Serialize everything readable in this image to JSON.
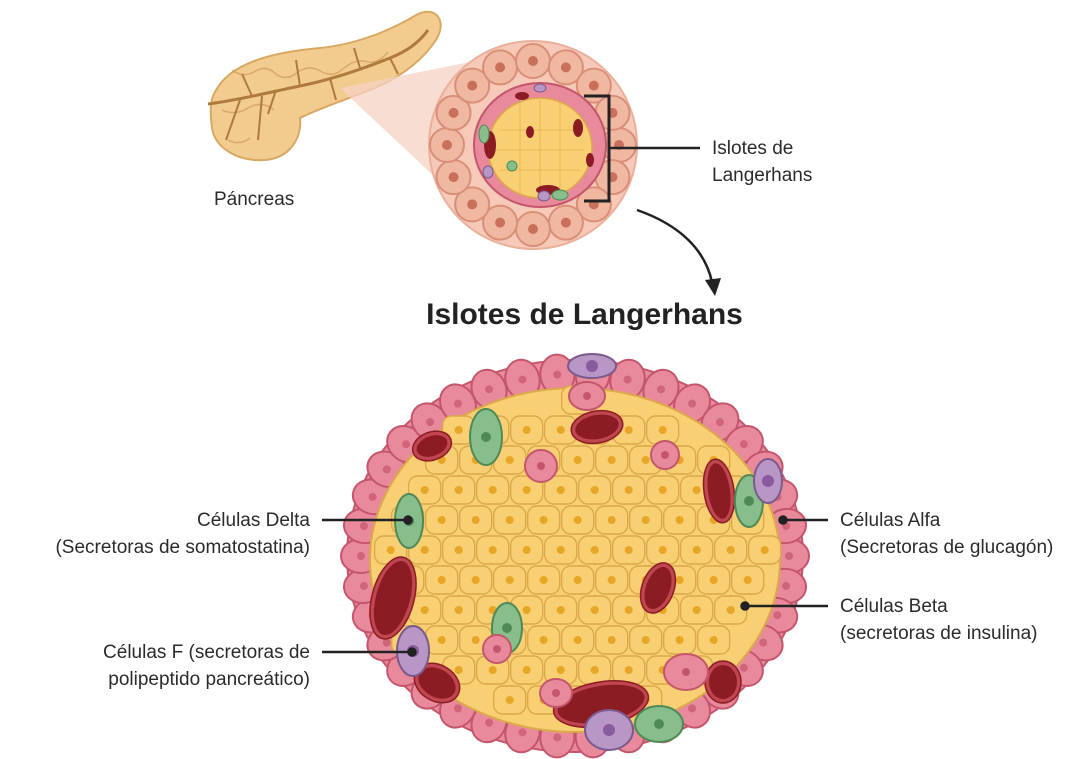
{
  "labels": {
    "pancreas": "Páncreas",
    "islets_small": [
      "Islotes de",
      "Langerhans"
    ],
    "title": "Islotes de Langerhans",
    "delta": [
      "Células Delta",
      "(Secretoras de somatostatina)"
    ],
    "alpha": [
      "Células Alfa",
      "(Secretoras de glucagón)"
    ],
    "beta": [
      "Células Beta",
      "(secretoras de  insulina)"
    ],
    "f_cells": [
      "Células F  (secretoras de",
      "polipeptido pancreático)"
    ]
  },
  "colors": {
    "beta_fill": "#f9cf73",
    "beta_stroke": "#d9a94a",
    "beta_nucleus": "#e7a625",
    "alpha_fill": "#e98a9c",
    "alpha_stroke": "#c4566c",
    "delta_fill": "#88be8c",
    "delta_stroke": "#4f8a56",
    "f_fill": "#b896c6",
    "f_stroke": "#7b5a8c",
    "vessel": "#8c1c24",
    "pancreas": "#f2cc8e",
    "acinus": "#f0b8a1"
  },
  "icons": [
    "pancreas-illustration",
    "islet-detail-illustration",
    "arrow-icon"
  ]
}
